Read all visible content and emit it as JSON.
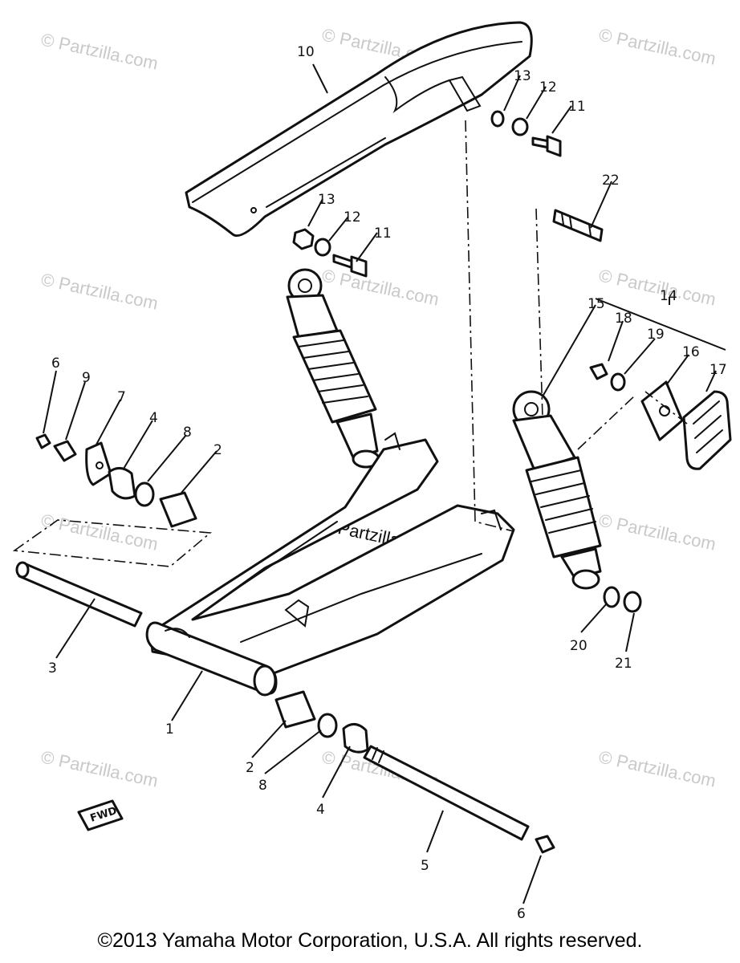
{
  "watermark": "© Partzilla.com",
  "fwd_label": "FWD",
  "copyright": "©2013 Yamaha Motor Corporation, U.S.A. All rights reserved.",
  "callouts": {
    "c1": "1",
    "c2a": "2",
    "c2b": "2",
    "c3": "3",
    "c4a": "4",
    "c4b": "4",
    "c5": "5",
    "c6a": "6",
    "c6b": "6",
    "c7": "7",
    "c8a": "8",
    "c8b": "8",
    "c9": "9",
    "c10": "10",
    "c11a": "11",
    "c11b": "11",
    "c12a": "12",
    "c12b": "12",
    "c13a": "13",
    "c13b": "13",
    "c14": "14",
    "c15": "15",
    "c16": "16",
    "c17": "17",
    "c18": "18",
    "c19": "19",
    "c20": "20",
    "c21": "21",
    "c22": "22"
  }
}
